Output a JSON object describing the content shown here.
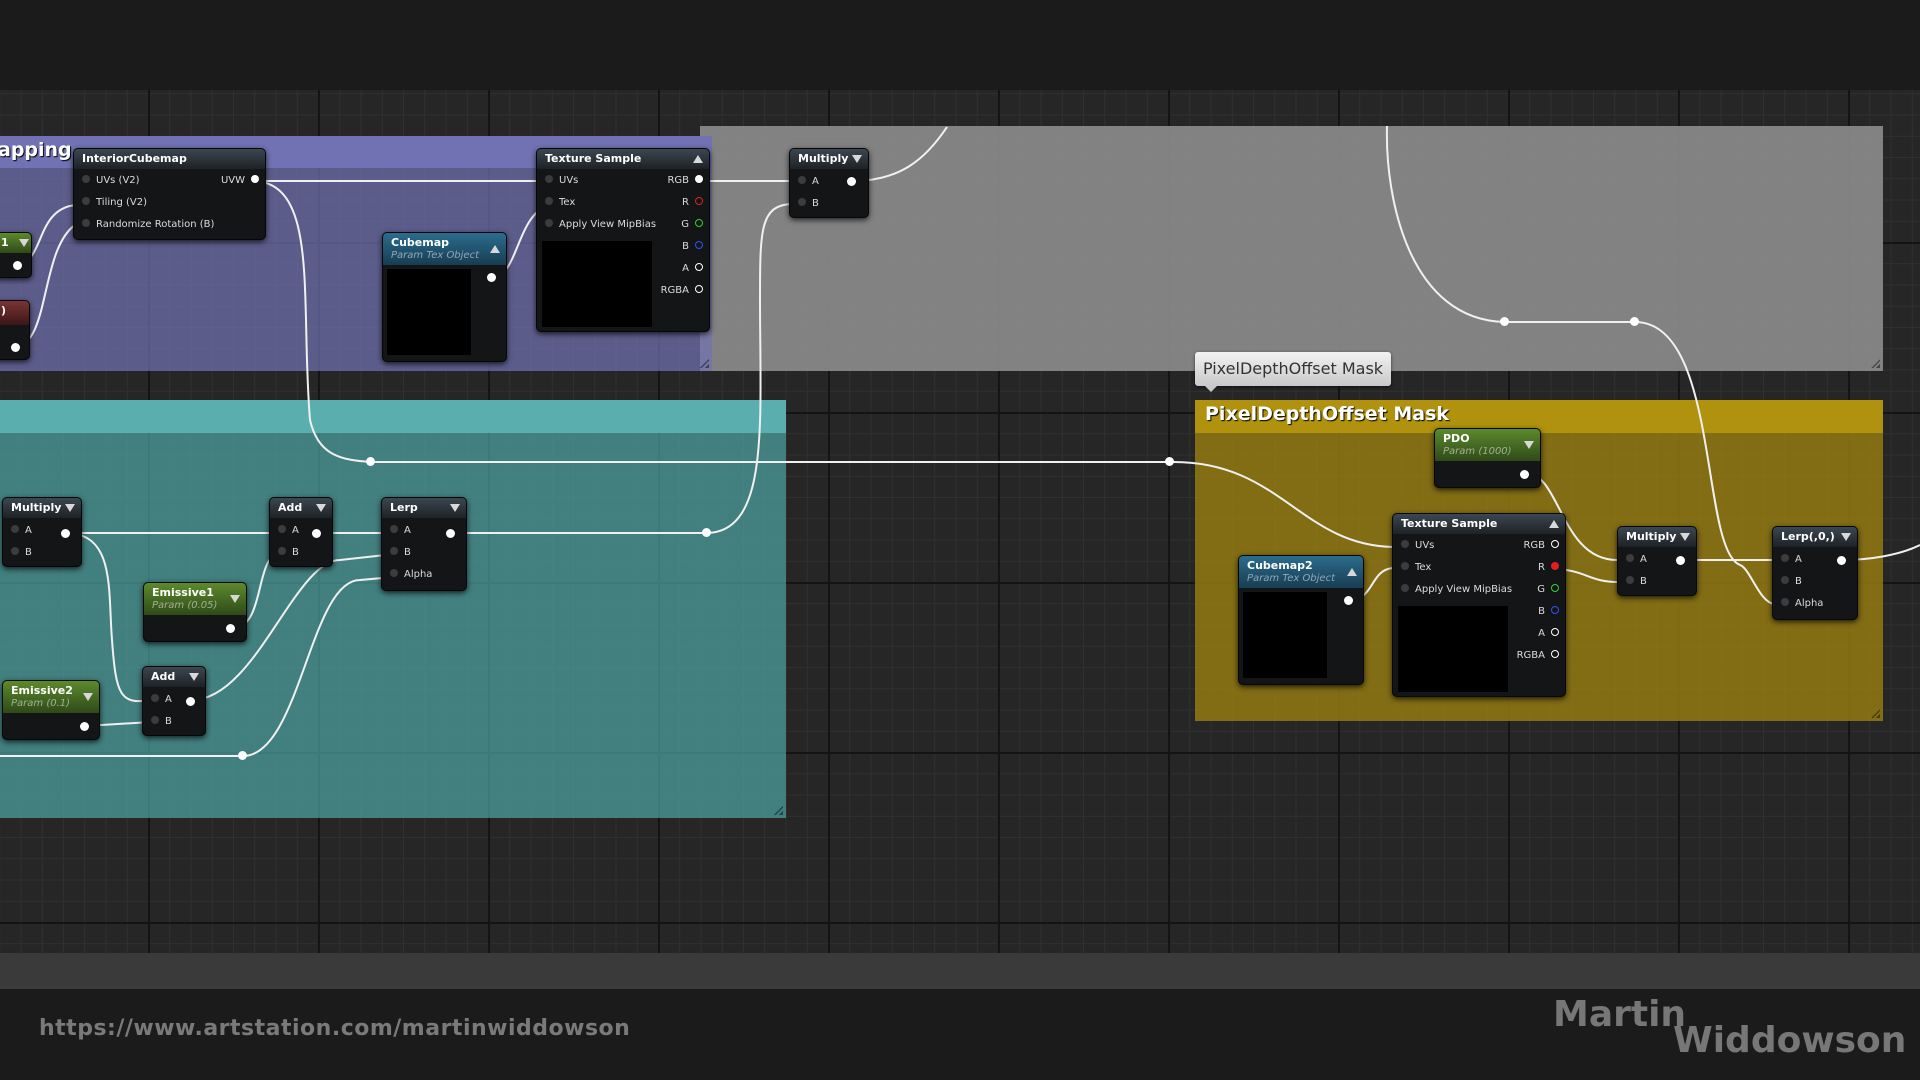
{
  "watermark": {
    "url": "https://www.artstation.com/martinwiddowson",
    "author_first": "Martin",
    "author_last": "Widdowson"
  },
  "tooltip": "PixelDepthOffset Mask",
  "comments": {
    "mapping": {
      "title": "apping",
      "color": "#7172b3"
    },
    "emissive": {
      "title": "",
      "color": "#5aaeae"
    },
    "pdo": {
      "title": "PixelDepthOffset Mask",
      "color": "#b0920e"
    },
    "grey": {
      "title": "",
      "color": "#8a8a8a"
    }
  },
  "nodes": {
    "partial1": {
      "title": "1"
    },
    "partial2": {
      "title": ")"
    },
    "interior_cubemap": {
      "title": "InteriorCubemap",
      "inputs": [
        "UVs (V2)",
        "Tiling (V2)",
        "Randomize Rotation (B)"
      ],
      "output": "UVW"
    },
    "cubemap": {
      "title": "Cubemap",
      "subtitle": "Param Tex Object"
    },
    "texture_sample_1": {
      "title": "Texture Sample",
      "inputs": [
        "UVs",
        "Tex",
        "Apply View MipBias"
      ],
      "outputs": [
        "RGB",
        "R",
        "G",
        "B",
        "A",
        "RGBA"
      ]
    },
    "multiply_top": {
      "title": "Multiply",
      "inputs": [
        "A",
        "B"
      ]
    },
    "multiply_left": {
      "title": "Multiply",
      "inputs": [
        "A",
        "B"
      ]
    },
    "add_top": {
      "title": "Add",
      "inputs": [
        "A",
        "B"
      ]
    },
    "lerp": {
      "title": "Lerp",
      "inputs": [
        "A",
        "B",
        "Alpha"
      ]
    },
    "emissive1": {
      "title": "Emissive1",
      "subtitle": "Param (0.05)"
    },
    "emissive2": {
      "title": "Emissive2",
      "subtitle": "Param (0.1)"
    },
    "add_bottom": {
      "title": "Add",
      "inputs": [
        "A",
        "B"
      ]
    },
    "pdo_param": {
      "title": "PDO",
      "subtitle": "Param (1000)"
    },
    "cubemap2": {
      "title": "Cubemap2",
      "subtitle": "Param Tex Object"
    },
    "texture_sample_2": {
      "title": "Texture Sample",
      "inputs": [
        "UVs",
        "Tex",
        "Apply View MipBias"
      ],
      "outputs": [
        "RGB",
        "R",
        "G",
        "B",
        "A",
        "RGBA"
      ]
    },
    "multiply_pdo": {
      "title": "Multiply",
      "inputs": [
        "A",
        "B"
      ]
    },
    "lerp_pdo": {
      "title": "Lerp(,0,)",
      "inputs": [
        "A",
        "B",
        "Alpha"
      ]
    }
  },
  "pin_colors": {
    "R": "#e02020",
    "G": "#30d030",
    "B": "#3050ff",
    "A": "#ffffff",
    "RGB": "#ffffff",
    "RGBA": "#ffffff"
  }
}
